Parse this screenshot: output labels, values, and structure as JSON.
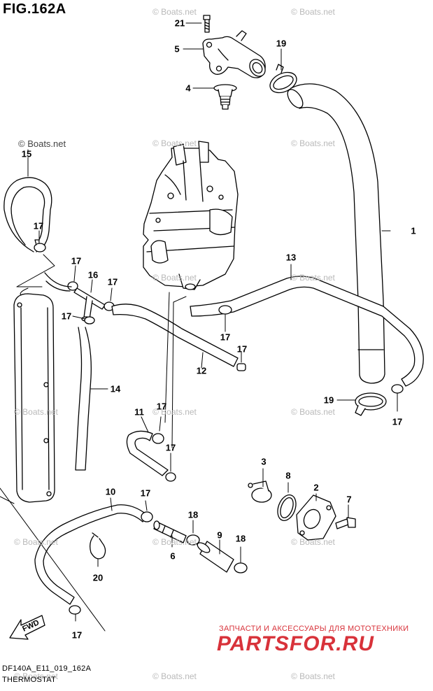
{
  "title": "FIG.162A",
  "watermarks": {
    "text": "© Boats.net",
    "count": 16
  },
  "callouts": {
    "c21": "21",
    "c5": "5",
    "c19a": "19",
    "c4": "4",
    "c15": "15",
    "c1": "1",
    "c17a": "17",
    "c17b": "17",
    "c16": "16",
    "c17c": "17",
    "c17d": "17",
    "c13": "13",
    "c17e": "17",
    "c17f": "17",
    "c12": "12",
    "c14": "14",
    "c19b": "19",
    "c17g": "17",
    "c11": "11",
    "c17h": "17",
    "c17i": "17",
    "c3": "3",
    "c8": "8",
    "c2": "2",
    "c7": "7",
    "c10": "10",
    "c17j": "17",
    "c18a": "18",
    "c9": "9",
    "c18b": "18",
    "c6": "6",
    "c20": "20",
    "c17k": "17"
  },
  "fwd": "FWD",
  "footer": {
    "code": "DF140A_E11_019_162A",
    "name": "THERMOSTAT"
  },
  "brand": {
    "tagline": "ЗАПЧАСТИ И АКСЕССУАРЫ ДЛЯ МОТОТЕХНИКИ",
    "logo": "PARTSFOR.RU",
    "color": "#d8323a"
  }
}
